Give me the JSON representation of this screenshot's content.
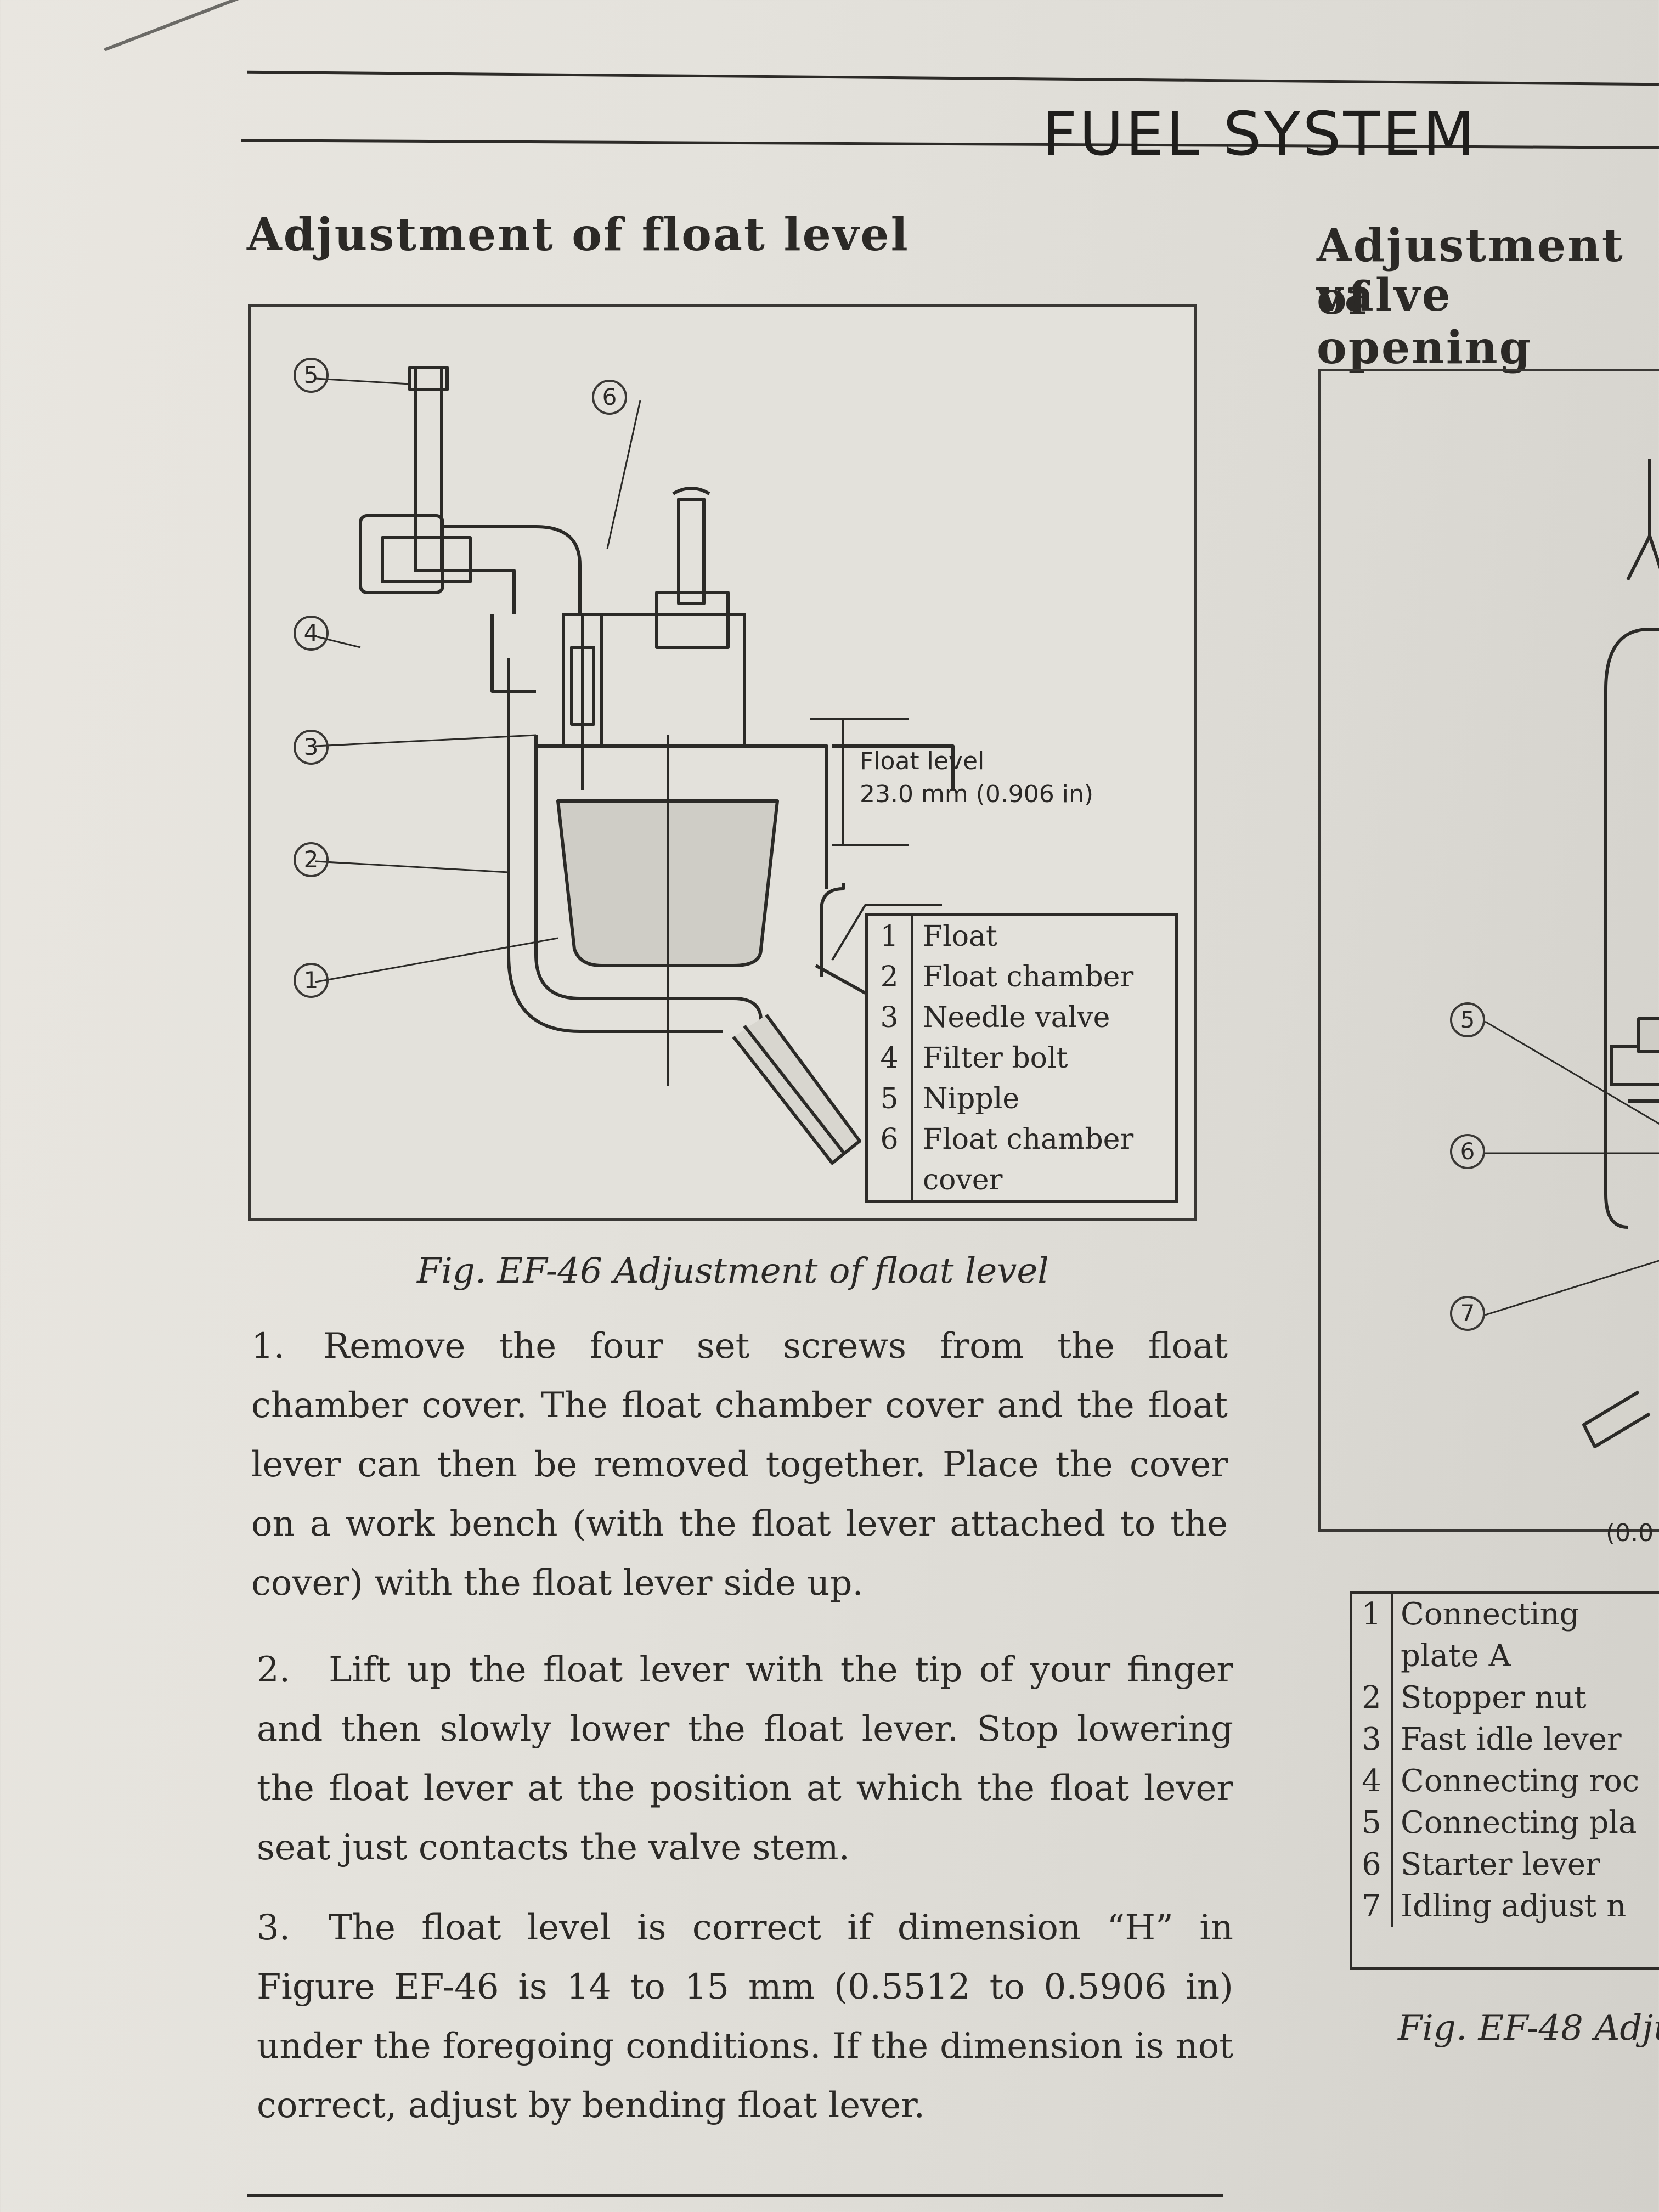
{
  "header": {
    "section_title": "FUEL SYSTEM"
  },
  "left_section": {
    "heading": "Adjustment of float level",
    "figure": {
      "callouts": [
        "5",
        "6",
        "4",
        "3",
        "2",
        "1"
      ],
      "float_level_label": "Float level",
      "float_level_value": "23.0 mm (0.906 in)",
      "legend": [
        {
          "num": "1",
          "label": "Float"
        },
        {
          "num": "2",
          "label": "Float chamber"
        },
        {
          "num": "3",
          "label": "Needle valve"
        },
        {
          "num": "4",
          "label": "Filter bolt"
        },
        {
          "num": "5",
          "label": "Nipple"
        },
        {
          "num": "6",
          "label": "Float chamber"
        },
        {
          "num": "",
          "label": "cover"
        }
      ],
      "caption": "Fig. EF-46 Adjustment of float level"
    },
    "steps": [
      {
        "num": "1.",
        "text": "Remove the four set screws from the float chamber cover. The float chamber cover and the float lever can then be removed together. Place the cover on a work bench (with the float lever attached to the cover) with the float lever side up."
      },
      {
        "num": "2.",
        "text": "Lift up the float lever with the tip of your finger and then slowly lower the float lever. Stop lowering the float lever at the position at which the float lever seat just contacts the valve stem."
      },
      {
        "num": "3.",
        "text": "The float level is correct if dimension “H” in Figure EF-46 is 14 to 15 mm (0.5512 to 0.5906 in) under the foregoing conditions. If the dimension is not correct, adjust by bending float lever."
      }
    ]
  },
  "right_section": {
    "heading_line1": "Adjustment of",
    "heading_line2": "valve opening",
    "figure": {
      "callouts": [
        "5",
        "6",
        "7"
      ],
      "partial_value": "(0.0",
      "legend": [
        {
          "num": "1",
          "label": "Connecting"
        },
        {
          "num": "",
          "label": "plate A"
        },
        {
          "num": "2",
          "label": "Stopper nut"
        },
        {
          "num": "3",
          "label": "Fast idle lever"
        },
        {
          "num": "4",
          "label": "Connecting roc"
        },
        {
          "num": "5",
          "label": "Connecting pla"
        },
        {
          "num": "6",
          "label": "Starter lever"
        },
        {
          "num": "7",
          "label": "Idling adjust n"
        }
      ],
      "caption": "Fig. EF-48 Adju"
    }
  }
}
